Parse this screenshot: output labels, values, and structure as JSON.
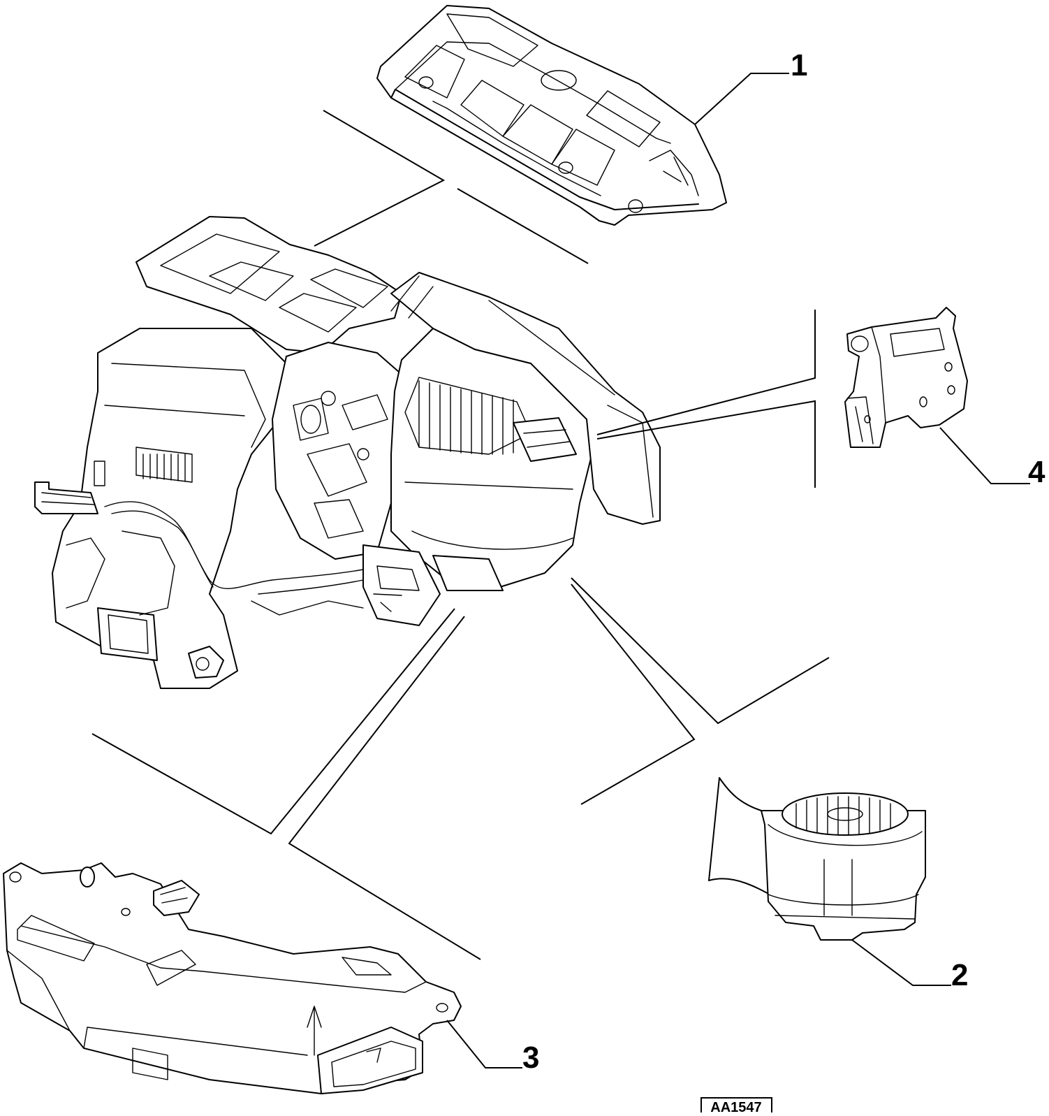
{
  "diagram": {
    "callouts": [
      {
        "id": "1",
        "label": "1"
      },
      {
        "id": "2",
        "label": "2"
      },
      {
        "id": "3",
        "label": "3"
      },
      {
        "id": "4",
        "label": "4"
      }
    ],
    "drawing_code": "AA1547"
  }
}
